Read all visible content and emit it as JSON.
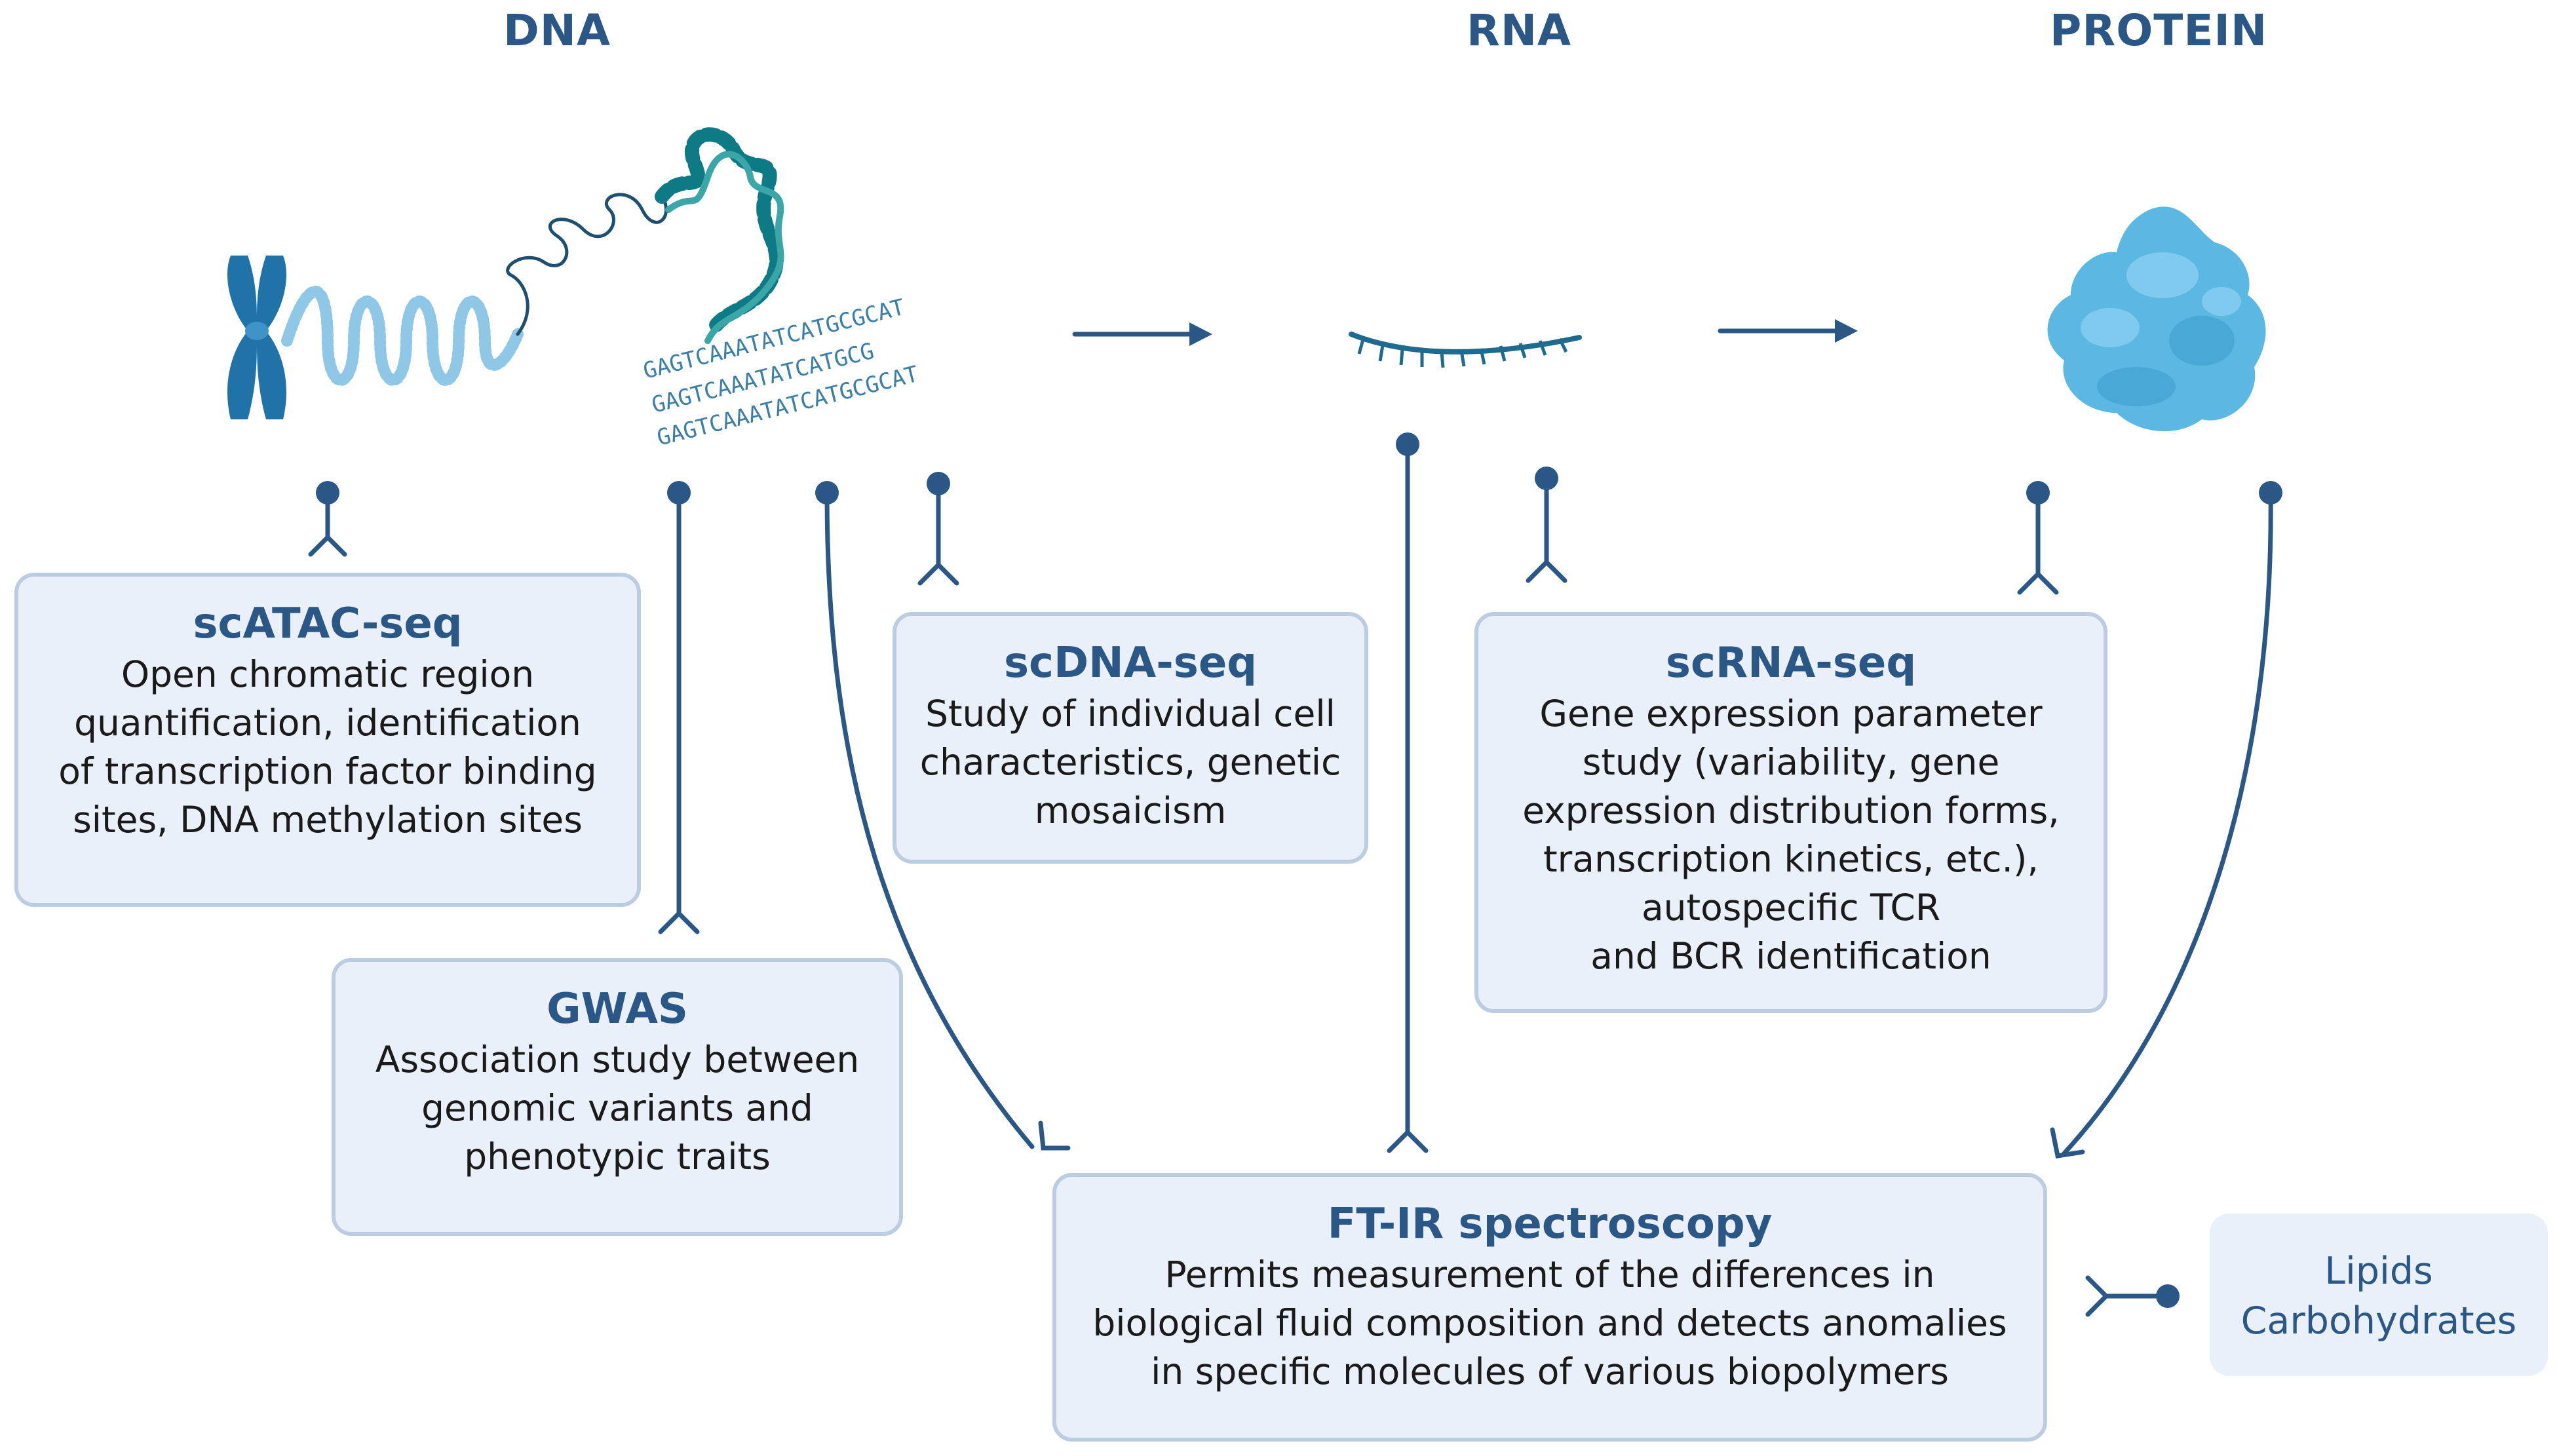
{
  "headers": {
    "dna": "DNA",
    "rna": "RNA",
    "protein": "PROTEIN"
  },
  "sequence_text": [
    "GAGTCAAATATCATGCGCAT",
    "GAGTCAAATATCATGCG",
    "GAGTCAAATATCATGCGCAT"
  ],
  "boxes": {
    "scatac": {
      "title": "scATAC-seq",
      "desc": "Open chromatic region\nquantification, identification\nof transcription factor binding\nsites, DNA methylation sites"
    },
    "gwas": {
      "title": "GWAS",
      "desc": "Association study between\ngenomic variants and\nphenotypic traits"
    },
    "scdna": {
      "title": "scDNA-seq",
      "desc": "Study of individual cell\ncharacteristics, genetic\nmosaicism"
    },
    "scrna": {
      "title": "scRNA-seq",
      "desc": "Gene expression parameter\nstudy (variability, gene\nexpression distribution forms,\ntranscription kinetics, etc.),\nautospecific TCR\nand BCR identification"
    },
    "ftir": {
      "title": "FT-IR spectroscopy",
      "desc": "Permits measurement of the differences in\nbiological fluid composition and detects anomalies\nin specific molecules of various biopolymers"
    }
  },
  "side_box": {
    "line1": "Lipids",
    "line2": "Carbohydrates"
  },
  "colors": {
    "accent": "#2a5786",
    "box_fill": "#e9f0f9",
    "box_border": "#bccde2",
    "protein": "#5bb8e3",
    "chromosome": "#1f73a8"
  }
}
